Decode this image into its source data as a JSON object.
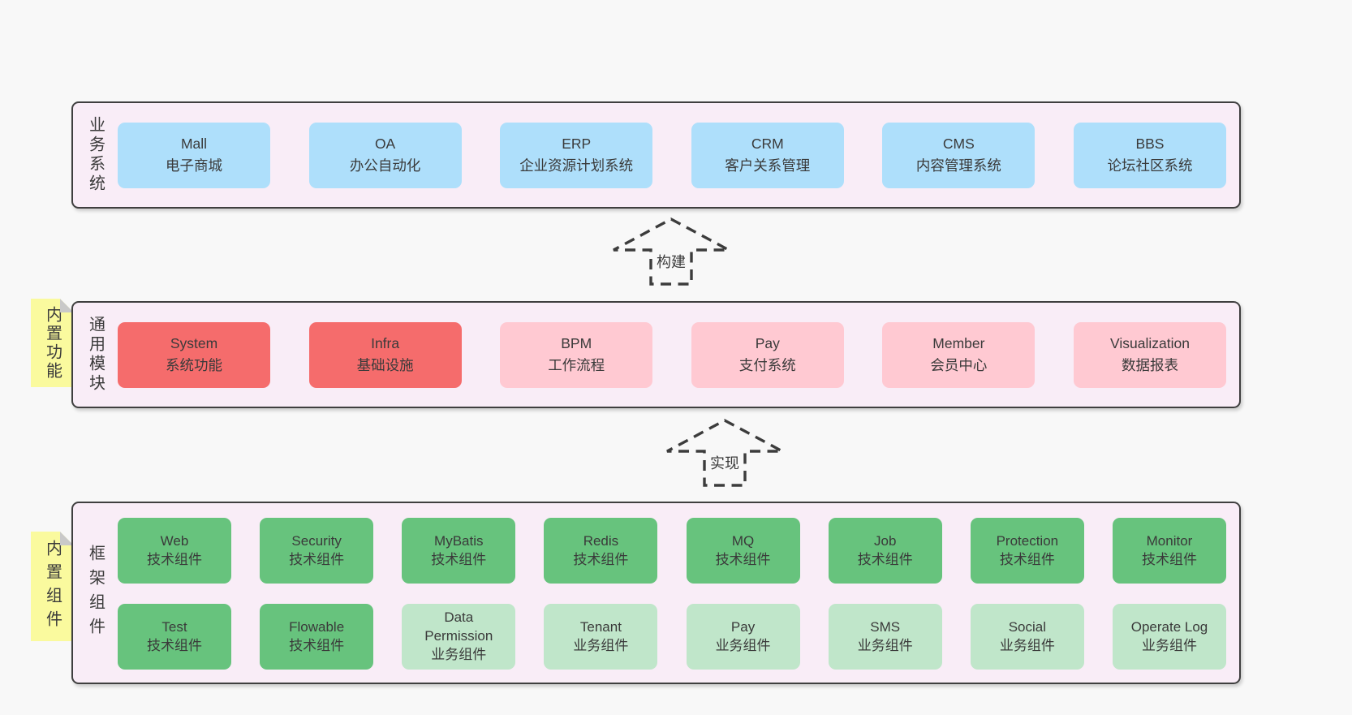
{
  "colors": {
    "page_bg": "#f8f8f8",
    "tier_bg": "#f9edf7",
    "tier_border": "#3f3f3f",
    "blue": "#aedffb",
    "red": "#f56c6c",
    "pink": "#ffc9d2",
    "green": "#67c37d",
    "lightgreen": "#c0e6ca",
    "sticky_yellow": "#fafa9e",
    "sticky_fold": "#c9c9c9",
    "text": "#3a3a3a"
  },
  "arrows": {
    "build": {
      "label": "构建"
    },
    "implement": {
      "label": "实现"
    }
  },
  "tiers": {
    "business": {
      "label": "业务系统",
      "boxes": [
        {
          "name": "Mall",
          "desc": "电子商城",
          "variant": "blue"
        },
        {
          "name": "OA",
          "desc": "办公自动化",
          "variant": "blue"
        },
        {
          "name": "ERP",
          "desc": "企业资源计划系统",
          "variant": "blue"
        },
        {
          "name": "CRM",
          "desc": "客户关系管理",
          "variant": "blue"
        },
        {
          "name": "CMS",
          "desc": "内容管理系统",
          "variant": "blue"
        },
        {
          "name": "BBS",
          "desc": "论坛社区系统",
          "variant": "blue"
        }
      ]
    },
    "modules": {
      "label": "通用模块",
      "sticky": "内置功能",
      "boxes": [
        {
          "name": "System",
          "desc": "系统功能",
          "variant": "red"
        },
        {
          "name": "Infra",
          "desc": "基础设施",
          "variant": "red"
        },
        {
          "name": "BPM",
          "desc": "工作流程",
          "variant": "pink"
        },
        {
          "name": "Pay",
          "desc": "支付系统",
          "variant": "pink"
        },
        {
          "name": "Member",
          "desc": "会员中心",
          "variant": "pink"
        },
        {
          "name": "Visualization",
          "desc": "数据报表",
          "variant": "pink"
        }
      ]
    },
    "components": {
      "label": "框架组件",
      "sticky": "内置组件",
      "boxes": [
        {
          "name": "Web",
          "desc": "技术组件",
          "variant": "green"
        },
        {
          "name": "Security",
          "desc": "技术组件",
          "variant": "green"
        },
        {
          "name": "MyBatis",
          "desc": "技术组件",
          "variant": "green"
        },
        {
          "name": "Redis",
          "desc": "技术组件",
          "variant": "green"
        },
        {
          "name": "MQ",
          "desc": "技术组件",
          "variant": "green"
        },
        {
          "name": "Job",
          "desc": "技术组件",
          "variant": "green"
        },
        {
          "name": "Protection",
          "desc": "技术组件",
          "variant": "green"
        },
        {
          "name": "Monitor",
          "desc": "技术组件",
          "variant": "green"
        },
        {
          "name": "Test",
          "desc": "技术组件",
          "variant": "green"
        },
        {
          "name": "Flowable",
          "desc": "技术组件",
          "variant": "green"
        },
        {
          "name": "Data Permission",
          "desc": "业务组件",
          "variant": "lightgreen"
        },
        {
          "name": "Tenant",
          "desc": "业务组件",
          "variant": "lightgreen"
        },
        {
          "name": "Pay",
          "desc": "业务组件",
          "variant": "lightgreen"
        },
        {
          "name": "SMS",
          "desc": "业务组件",
          "variant": "lightgreen"
        },
        {
          "name": "Social",
          "desc": "业务组件",
          "variant": "lightgreen"
        },
        {
          "name": "Operate Log",
          "desc": "业务组件",
          "variant": "lightgreen"
        }
      ]
    }
  }
}
